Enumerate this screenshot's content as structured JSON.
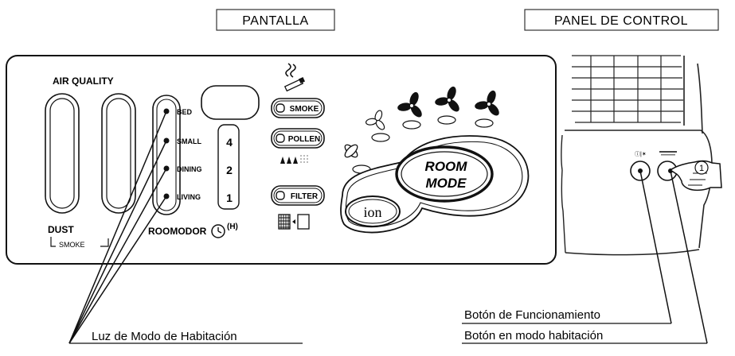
{
  "headers": {
    "display": "PANTALLA",
    "control_panel": "PANEL DE CONTROL"
  },
  "display": {
    "air_quality": "AIR QUALITY",
    "dust": "DUST",
    "smoke_small": "SMOKE",
    "room_modes": [
      "BED",
      "SMALL",
      "DINING",
      "LIVING"
    ],
    "timer_numbers": [
      "4",
      "2",
      "1"
    ],
    "roomodor": "ROOMODOR",
    "hours": "(H)",
    "buttons": {
      "smoke": "SMOKE",
      "pollen": "POLLEN",
      "filter": "FILTER"
    },
    "room_mode": [
      "ROOM",
      "MODE"
    ],
    "ion": "ion"
  },
  "control_panel": {
    "power_icon": "power-icon",
    "step_number": "1"
  },
  "callouts": {
    "room_mode_light": "Luz de Modo de Habitación",
    "power_button": "Botón de Funcionamiento",
    "room_mode_button": "Botón en modo habitación"
  },
  "icons": {
    "smoke": "cigarette-smoke-icon",
    "pollen": "pollen-icon",
    "filter": "filter-icon",
    "fans": [
      "fan-icon",
      "fan-icon",
      "fan-icon",
      "fan-icon"
    ],
    "ion_fan": "ion-fan-icon",
    "hand": "pointing-hand-icon"
  }
}
